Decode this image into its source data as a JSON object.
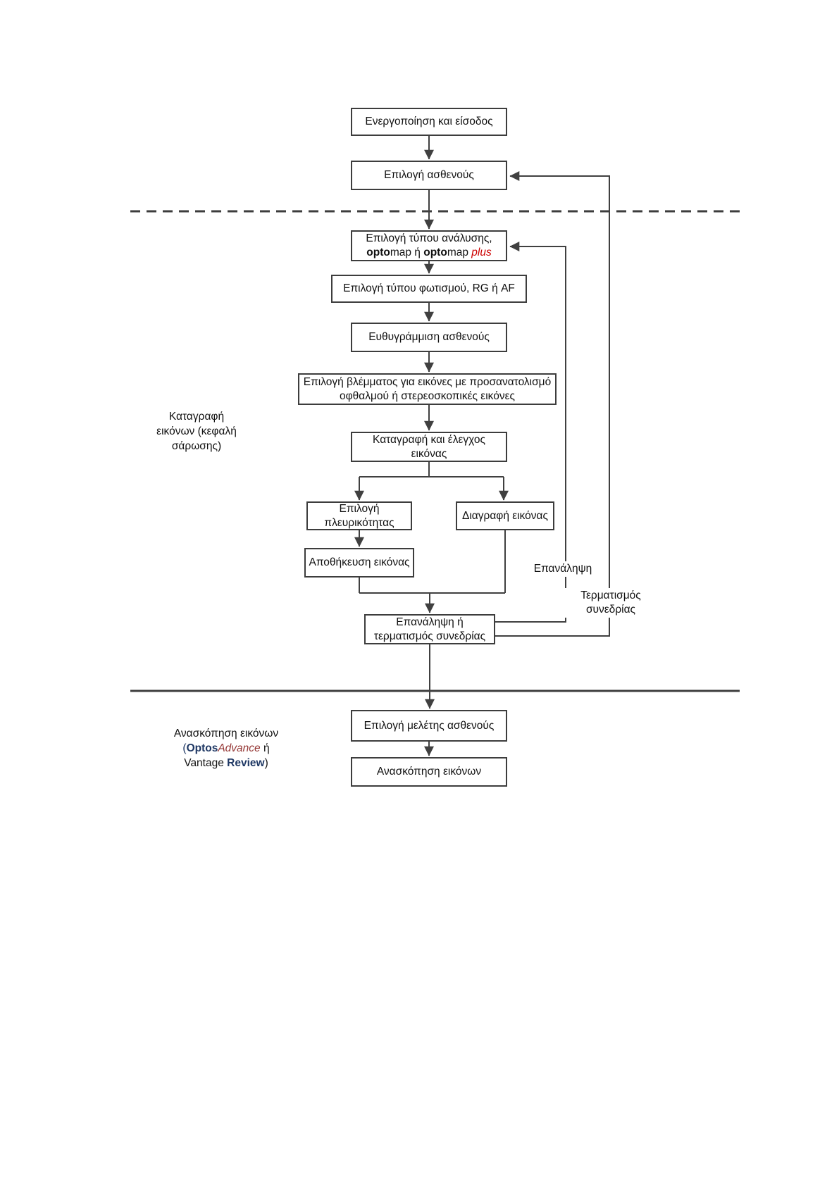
{
  "colors": {
    "box_border": "#3d3d3d",
    "connector": "#404040",
    "text": "#111111",
    "accent_red": "#cc0000",
    "brand_navy": "#1f3864",
    "brand_maroon": "#953735"
  },
  "boxes": {
    "power_login": "Ενεργοποίηση και είσοδος",
    "select_patient": "Επιλογή ασθενούς",
    "analysis_type": {
      "line1": "Επιλογή τύπου ανάλυσης,",
      "opto1": "opto",
      "map1": "map ή ",
      "opto2": "opto",
      "map2": "map ",
      "plus": "plus"
    },
    "illumination_type": "Επιλογή τύπου φωτισμού, RG ή AF",
    "patient_alignment": "Ευθυγράμμιση ασθενούς",
    "gaze_selection": {
      "line1": "Επιλογή βλέμματος για εικόνες με προσανατολισμό",
      "line2": "οφθαλμού ή στερεοσκοπικές εικόνες"
    },
    "capture_check": {
      "line1": "Καταγραφή και έλεγχος",
      "line2": "εικόνας"
    },
    "laterality": {
      "line1": "Επιλογή",
      "line2": "πλευρικότητας"
    },
    "delete_image": "Διαγραφή εικόνας",
    "save_image": "Αποθήκευση εικόνας",
    "repeat_or_end": {
      "line1": "Επανάληψη ή",
      "line2": "τερματισμός συνεδρίας"
    },
    "select_study": "Επιλογή μελέτης ασθενούς",
    "review_images": "Ανασκόπηση εικόνων"
  },
  "side_labels": {
    "capture": {
      "line1": "Καταγραφή",
      "line2": "εικόνων (κεφαλή",
      "line3": "σάρωσης)"
    },
    "review": {
      "line1": "Ανασκόπηση εικόνων",
      "open_paren": "(",
      "optos": "Optos",
      "advance": "Advance",
      "or": " ή",
      "vantage": "Vantage ",
      "review": "Review",
      "close_paren": ")"
    }
  },
  "edge_labels": {
    "repeat": "Επανάληψη",
    "end_session_line1": "Τερματισμός",
    "end_session_line2": "συνεδρίας"
  }
}
